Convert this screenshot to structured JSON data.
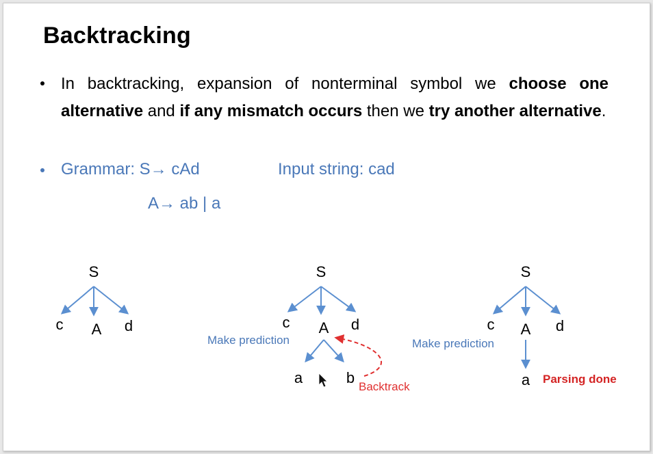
{
  "title": "Backtracking",
  "bullet1": {
    "t1": "In backtracking, expansion of nonterminal symbol we ",
    "b1": "choose one alternative",
    "t2": " and ",
    "b2": "if any mismatch occurs",
    "t3": " then we ",
    "b3": "try another alternative",
    "t4": "."
  },
  "bullet2": {
    "grammar_label": "Grammar: S→ cAd",
    "input_label": "Input string: cad",
    "grammar_line2": "A→ ab | a"
  },
  "trees": [
    {
      "root": "S",
      "c": "c",
      "A": "A",
      "d": "d"
    },
    {
      "root": "S",
      "c": "c",
      "A": "A",
      "d": "d",
      "left": "a",
      "right": "b",
      "prediction": "Make prediction",
      "backtrack": "Backtrack"
    },
    {
      "root": "S",
      "c": "c",
      "A": "A",
      "d": "d",
      "child": "a",
      "prediction": "Make prediction",
      "done": "Parsing done"
    }
  ],
  "colors": {
    "accent_blue": "#4a78b8",
    "arrow_blue": "#5b8fd0",
    "backtrack_red": "#e03030",
    "done_red": "#d42424"
  },
  "icons": {
    "cursor": "mouse-pointer-icon"
  }
}
